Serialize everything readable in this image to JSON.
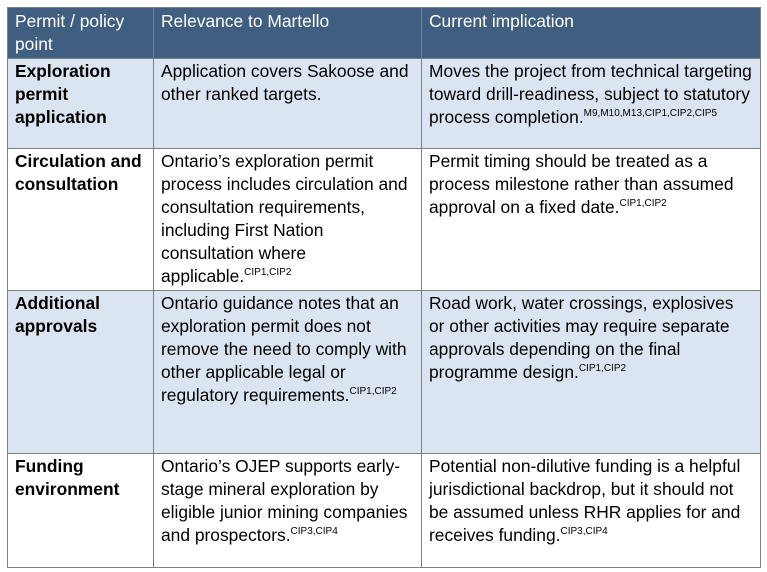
{
  "table": {
    "headers": [
      "Permit / policy point",
      "Relevance to Martello",
      "Current implication"
    ],
    "rows": [
      {
        "point": "Exploration permit application",
        "relevance": "Application covers Sakoose and other ranked targets.",
        "relevance_ref": "",
        "implication": "Moves the project from technical targeting toward drill-readiness, subject to statutory process completion.",
        "implication_ref": "M9,M10,M13,CIP1,CIP2,CIP5"
      },
      {
        "point": "Circulation and consultation",
        "relevance": "Ontario’s exploration permit process includes circulation and consultation requirements, including First Nation consultation where applicable.",
        "relevance_ref": "CIP1,CIP2",
        "implication": "Permit timing should be treated as a process milestone rather than assumed approval on a fixed date.",
        "implication_ref": "CIP1,CIP2"
      },
      {
        "point": "Additional approvals",
        "relevance": "Ontario guidance notes that an exploration permit does not remove the need to comply with other applicable legal or regulatory requirements.",
        "relevance_ref": "CIP1,CIP2",
        "implication": "Road work, water crossings, explosives or other activities may require separate approvals depending on the final programme design.",
        "implication_ref": "CIP1,CIP2"
      },
      {
        "point": "Funding environment",
        "relevance": "Ontario’s OJEP supports early-stage mineral exploration by eligible junior mining companies and prospectors.",
        "relevance_ref": "CIP3,CIP4",
        "implication": "Potential non-dilutive funding is a helpful jurisdictional backdrop, but it should not be assumed unless RHR applies for and receives funding.",
        "implication_ref": "CIP3,CIP4"
      }
    ]
  }
}
